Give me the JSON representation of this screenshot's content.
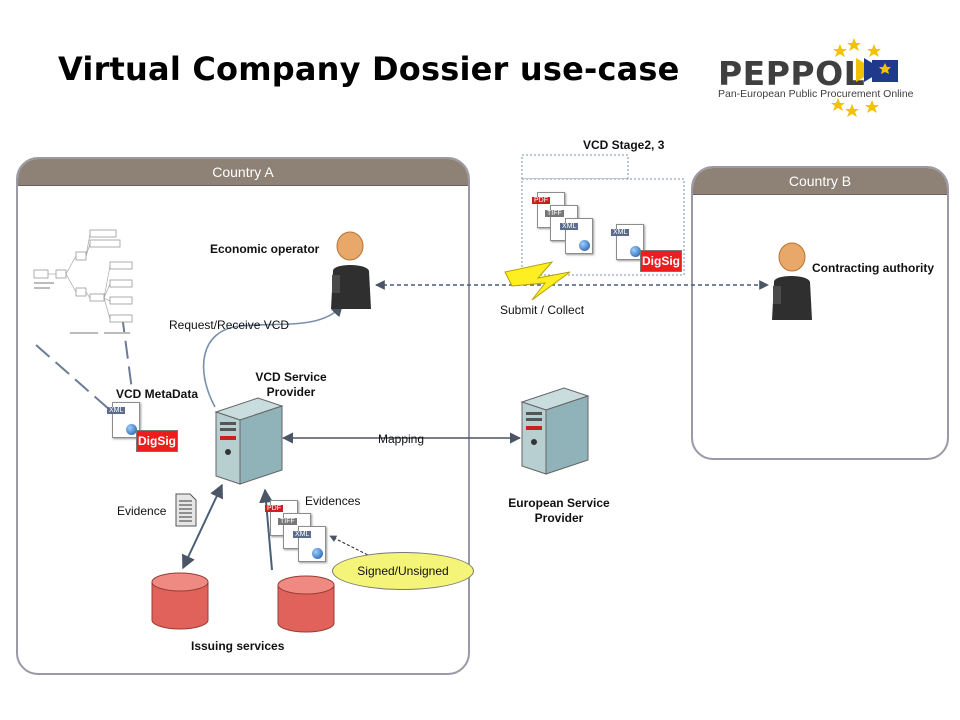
{
  "title": "Virtual Company Dossier use-case",
  "logo": {
    "word": "PEPPOL",
    "subtitle": "Pan-European Public Procurement Online"
  },
  "country_a": {
    "label": "Country A"
  },
  "country_b": {
    "label": "Country B"
  },
  "stage": {
    "label": "VCD Stage2, 3",
    "digsig": "DigSig",
    "docs": [
      "PDF",
      "TIFF",
      "XML",
      "XML"
    ]
  },
  "actors": {
    "economic_operator": "Economic operator",
    "contracting_authority": "Contracting authority"
  },
  "flows": {
    "submit_collect": "Submit / Collect",
    "request_receive": "Request/Receive VCD",
    "mapping": "Mapping"
  },
  "vcd_metadata": {
    "label": "VCD MetaData",
    "digsig": "DigSig",
    "doc": "XML"
  },
  "provider": {
    "line1": "VCD Service",
    "line2": "Provider"
  },
  "european": {
    "line1": "European Service",
    "line2": "Provider"
  },
  "evidence": "Evidence",
  "evidences": {
    "label": "Evidences",
    "docs": [
      "PDF",
      "TIFF",
      "XML"
    ]
  },
  "signed_unsigned": "Signed/Unsigned",
  "issuing": "Issuing services",
  "colors": {
    "country_header": "#8e8175",
    "digsig": "#ee1c1c",
    "database": "#e0625a",
    "server": "#8fb3b8",
    "callout": "#f4f478",
    "logo_star": "#f2c100",
    "logo_flag": "#1f3a8a"
  }
}
